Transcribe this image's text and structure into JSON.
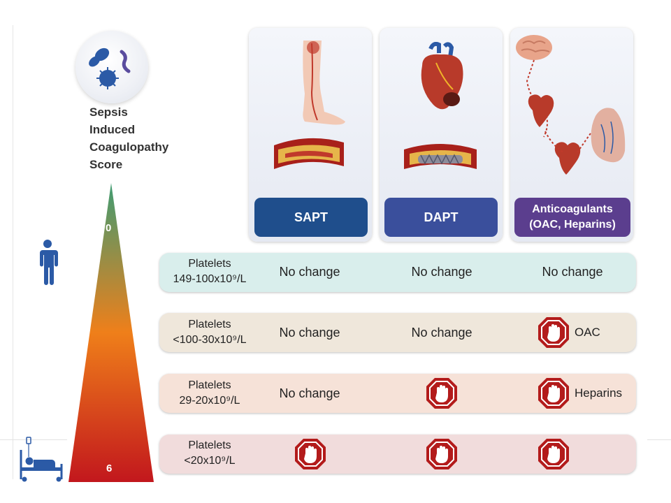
{
  "score": {
    "label_lines": [
      "Sepsis",
      "Induced",
      "Coagulopathy",
      "Score"
    ],
    "min": "0",
    "max": "6"
  },
  "icons": {
    "sepsis": "bacteria-icon",
    "low_score": "person-icon",
    "high_score": "hospital-bed-icon",
    "contraindicated": "stop-hand-icon"
  },
  "columns": [
    {
      "label": "SAPT",
      "color": "#1f4e8c",
      "illustration": "leg-artery-plaque"
    },
    {
      "label": "DAPT",
      "color": "#3a4f9c",
      "illustration": "heart-stent"
    },
    {
      "label": "Anticoagulants\n(OAC, Heparins)",
      "color": "#5b3e8e",
      "illustration": "brain-heart-lungs"
    }
  ],
  "rows": [
    {
      "platelet_label": "Platelets",
      "platelet_range": "149-100x10⁹/L",
      "color": "#d9eeec",
      "cells": [
        {
          "text": "No change"
        },
        {
          "text": "No change"
        },
        {
          "text": "No change"
        }
      ]
    },
    {
      "platelet_label": "Platelets",
      "platelet_range": "<100-30x10⁹/L",
      "color": "#efe7db",
      "cells": [
        {
          "text": "No change"
        },
        {
          "text": "No change"
        },
        {
          "stop": true,
          "note": "OAC"
        }
      ]
    },
    {
      "platelet_label": "Platelets",
      "platelet_range": "29-20x10⁹/L",
      "color": "#f6e2d8",
      "cells": [
        {
          "text": "No change"
        },
        {
          "stop": true
        },
        {
          "stop": true,
          "note": "Heparins"
        }
      ]
    },
    {
      "platelet_label": "Platelets",
      "platelet_range": "<20x10⁹/L",
      "color": "#f1dcdc",
      "cells": [
        {
          "stop": true
        },
        {
          "stop": true
        },
        {
          "stop": true
        }
      ]
    }
  ],
  "colors": {
    "stop_fill": "#b31b1b",
    "triangle_top": "#3f9c73",
    "triangle_mid": "#ef7f1a",
    "triangle_bottom": "#c2171d"
  }
}
